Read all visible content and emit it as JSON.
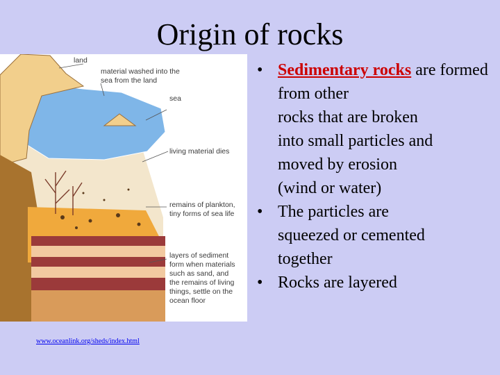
{
  "slide": {
    "title": "Origin of rocks",
    "source_link": "www.oceanlink.org/sheds/index.html"
  },
  "diagram": {
    "labels": {
      "land": "land",
      "washed_line1": "material washed into the",
      "washed_line2": "sea from the land",
      "sea": "sea",
      "dies": "living material dies",
      "plankton_line1": "remains of plankton,",
      "plankton_line2": "tiny forms of sea life",
      "layers_line1": "layers of sediment",
      "layers_line2": "form when materials",
      "layers_line3": "such as sand, and",
      "layers_line4": "the remains of living",
      "layers_line5": "things, settle on the",
      "layers_line6": "ocean floor"
    },
    "colors": {
      "land": "#f2cf8c",
      "sea": "#7fb6e8",
      "water_column": "#f3e6cc",
      "sediment": "#f0a93c",
      "layer_dark": "#9b3a3a",
      "layer_light": "#f2c9a0",
      "rock": "#c98a3c"
    }
  },
  "bullets": [
    {
      "term": "Sedimentary rocks",
      "text_lines": [
        " are formed from other",
        "rocks that are broken",
        "into small particles and",
        "moved by erosion",
        "(wind or water)"
      ]
    },
    {
      "text_lines": [
        "The particles are",
        "squeezed or cemented",
        "together"
      ]
    },
    {
      "text_lines": [
        "Rocks are layered"
      ]
    }
  ]
}
